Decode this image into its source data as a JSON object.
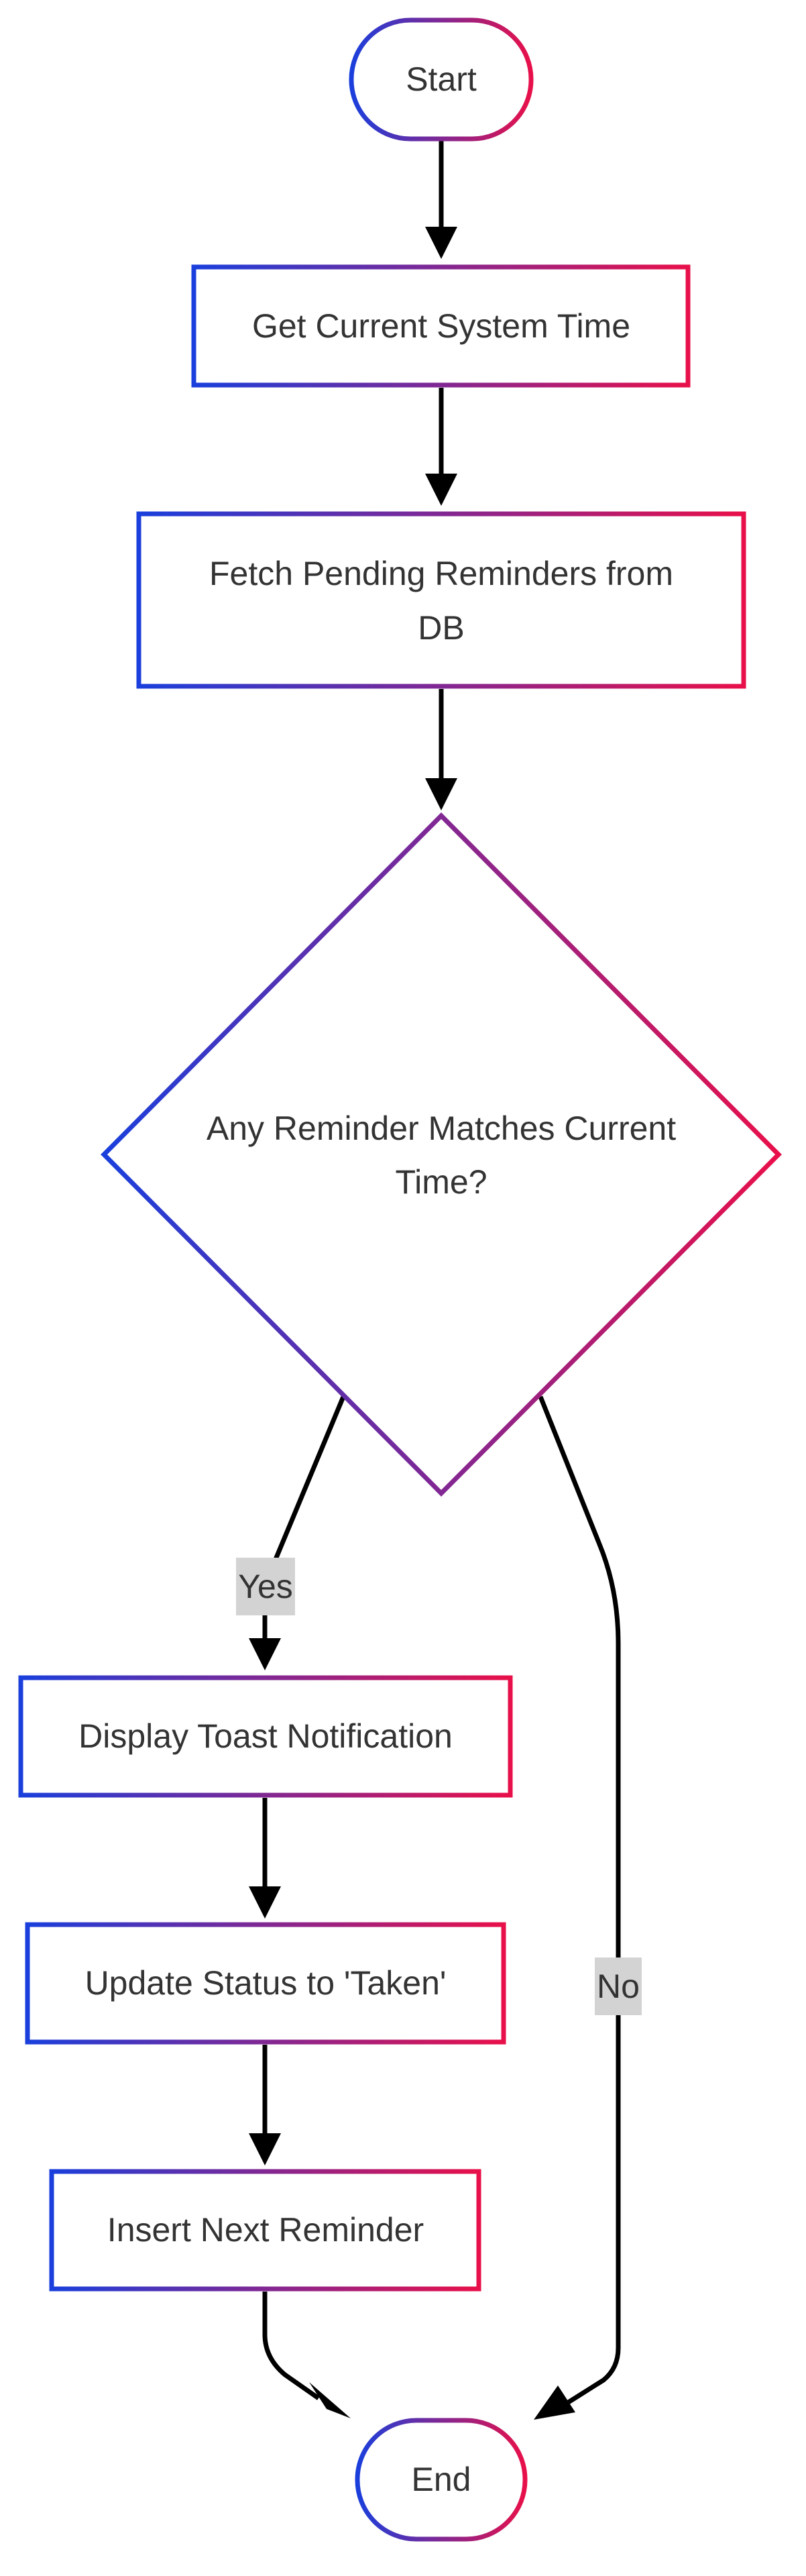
{
  "diagram": {
    "nodes": {
      "start": {
        "label": "Start"
      },
      "get_time": {
        "label": "Get Current System Time"
      },
      "fetch": {
        "label_lines": [
          "Fetch Pending Reminders from",
          "DB"
        ]
      },
      "decision": {
        "label_lines": [
          "Any Reminder Matches Current",
          "Time?"
        ]
      },
      "toast": {
        "label": "Display Toast Notification"
      },
      "update": {
        "label": "Update Status to 'Taken'"
      },
      "insert": {
        "label": "Insert Next Reminder"
      },
      "end": {
        "label": "End"
      }
    },
    "edges": {
      "yes_label": "Yes",
      "no_label": "No"
    },
    "colors": {
      "gradient_start": "#1a3fdc",
      "gradient_end": "#e8104a",
      "edge": "#000000",
      "edge_label_bg": "#d3d3d3",
      "text": "#333333"
    }
  }
}
